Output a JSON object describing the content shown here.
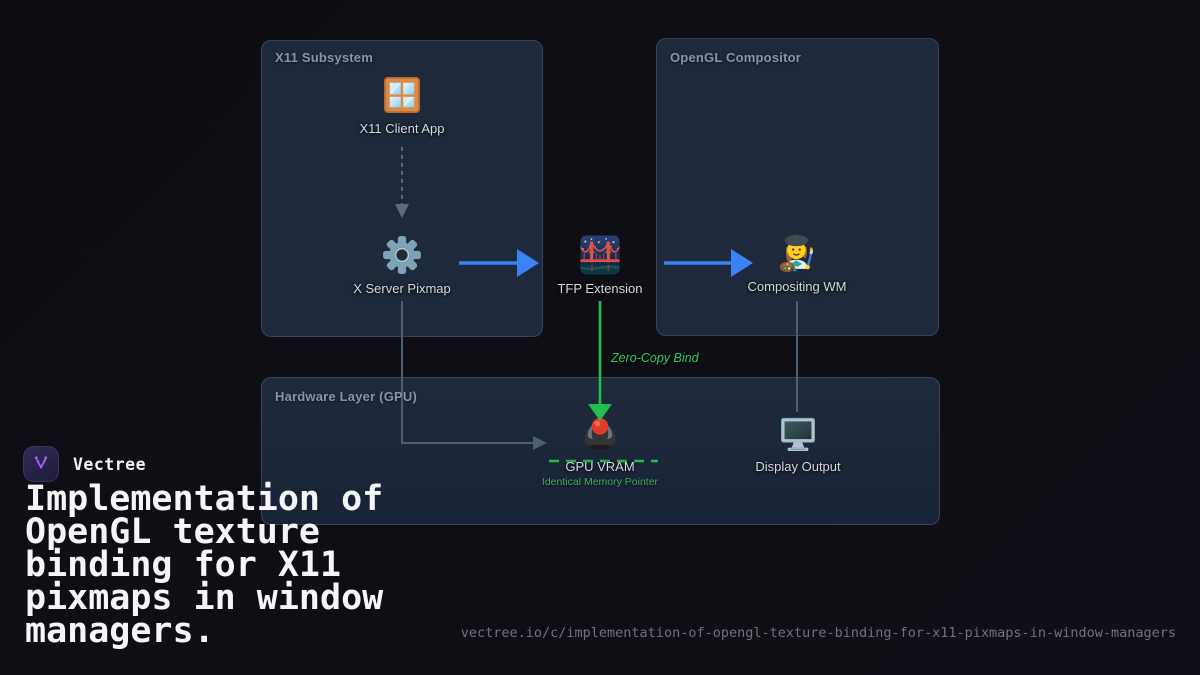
{
  "brand": {
    "name": "Vectree"
  },
  "headline": {
    "title": "Implementation of OpenGL texture binding for X11 pixmaps in window managers."
  },
  "footer": {
    "url": "vectree.io/c/implementation-of-opengl-texture-binding-for-x11-pixmaps-in-window-managers"
  },
  "diagram": {
    "groups": [
      {
        "label": "X11 Subsystem"
      },
      {
        "label": "OpenGL Compositor"
      },
      {
        "label": "Hardware Layer (GPU)"
      }
    ],
    "nodes": [
      {
        "label": "X11 Client App",
        "icon": "window-icon"
      },
      {
        "label": "X Server Pixmap",
        "icon": "gear-icon"
      },
      {
        "label": "TFP Extension",
        "icon": "bridge-at-night-icon"
      },
      {
        "label": "Compositing WM",
        "icon": "artist-icon"
      },
      {
        "label": "GPU VRAM",
        "icon": "trackball-icon",
        "sublabel": "Identical Memory Pointer"
      },
      {
        "label": "Display Output",
        "icon": "desktop-computer-icon"
      }
    ],
    "edges": [
      {
        "from": "X11 Client App",
        "to": "X Server Pixmap",
        "style": "dashed",
        "color": "#5b6b7d"
      },
      {
        "from": "X Server Pixmap",
        "to": "TFP Extension",
        "style": "solid",
        "color": "#3b82f6"
      },
      {
        "from": "TFP Extension",
        "to": "Compositing WM",
        "style": "solid",
        "color": "#3b82f6"
      },
      {
        "from": "TFP Extension",
        "to": "GPU VRAM",
        "style": "solid",
        "color": "#24bd51",
        "label": "Zero-Copy Bind"
      },
      {
        "from": "X Server Pixmap",
        "to": "GPU VRAM",
        "style": "elbow",
        "color": "#4e5f73"
      },
      {
        "from": "Compositing WM",
        "to": "Display Output",
        "style": "solid",
        "color": "#4e5f73"
      },
      {
        "from": "GPU VRAM",
        "to": "GPU VRAM",
        "style": "dashed-underline",
        "color": "#24bd51"
      }
    ],
    "colors": {
      "background": "#0e0f15",
      "panel": "#1e293b",
      "panel_border": "#36475c",
      "accent_blue": "#3b82f6",
      "accent_green": "#24bd51",
      "muted_text": "#8597ab",
      "node_text": "#d6dce3"
    }
  }
}
